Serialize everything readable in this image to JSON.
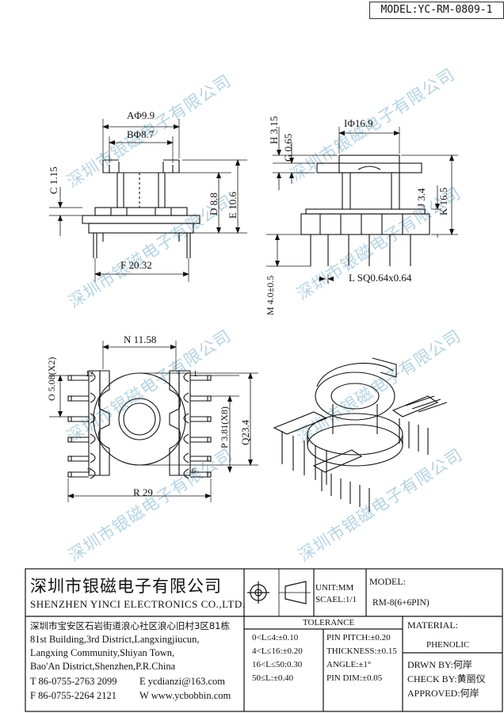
{
  "header": {
    "model_tag": "MODEL:YC-RM-0809-1"
  },
  "watermark": {
    "text": "深圳市银磁电子有限公司"
  },
  "dimensions": {
    "A": "AΦ9.9",
    "B": "BΦ8.7",
    "C": "C 1.15",
    "D": "D 8.8",
    "E": "E 10.6",
    "F": "F 20.32",
    "H": "H 3.15",
    "G": "G 0.65",
    "I": "IΦ16.9",
    "J": "J 3.4",
    "K": "K 16.5",
    "L": "L SQ0.64x0.64",
    "M": "M 4.0±0.5",
    "N": "N 11.58",
    "O": "O 5.08(X2)",
    "P": "P 3.81(X8)",
    "Q": "Q23.4",
    "R": "R 29"
  },
  "pins": {
    "p12": "12",
    "p1": "1",
    "p7": "7",
    "p6": "6"
  },
  "title_block": {
    "company_cn": "深圳市银磁电子有限公司",
    "company_en": "SHENZHEN YINCI ELECTRONICS CO.,LTD.",
    "address_cn": "深圳市宝安区石岩街道浪心社区浪心旧村3区81栋",
    "address_en_1": "81st Building,3rd District,Langxingjiucun,",
    "address_en_2": "Langxing Community,Shiyan Town,",
    "address_en_3": "Bao'An District,Shenzhen,P.R.China",
    "tel": "T 86-0755-2763 2099",
    "fax": "F 86-0755-2264 2121",
    "email": "E ycdianzi@163.com",
    "web": "W www.ycbobbin.com",
    "unit": "UNIT:MM",
    "scale": "SCAEL:1/1",
    "model_label": "MODEL:",
    "model_value": "RM-8(6+6PIN)",
    "tolerance_title": "TOLERANCE",
    "tol_1": "0<L≤4:±0.10",
    "tol_2": "4<L≤16:±0.20",
    "tol_3": "16<L≤50:0.30",
    "tol_4": "50≤L:±0.40",
    "pin_pitch": "PIN PITCH:±0.20",
    "thickness": "THICKNESS:±0.15",
    "angle": "ANGLE:±1°",
    "pin_dim": "PIN DIM:±0.05",
    "material_label": "MATERIAL:",
    "material_value": "PHENOLIC",
    "drawn_by": "DRWN BY:何岸",
    "check_by": "CHECK BY:黄丽仪",
    "approved": "APPROVED:何岸"
  }
}
